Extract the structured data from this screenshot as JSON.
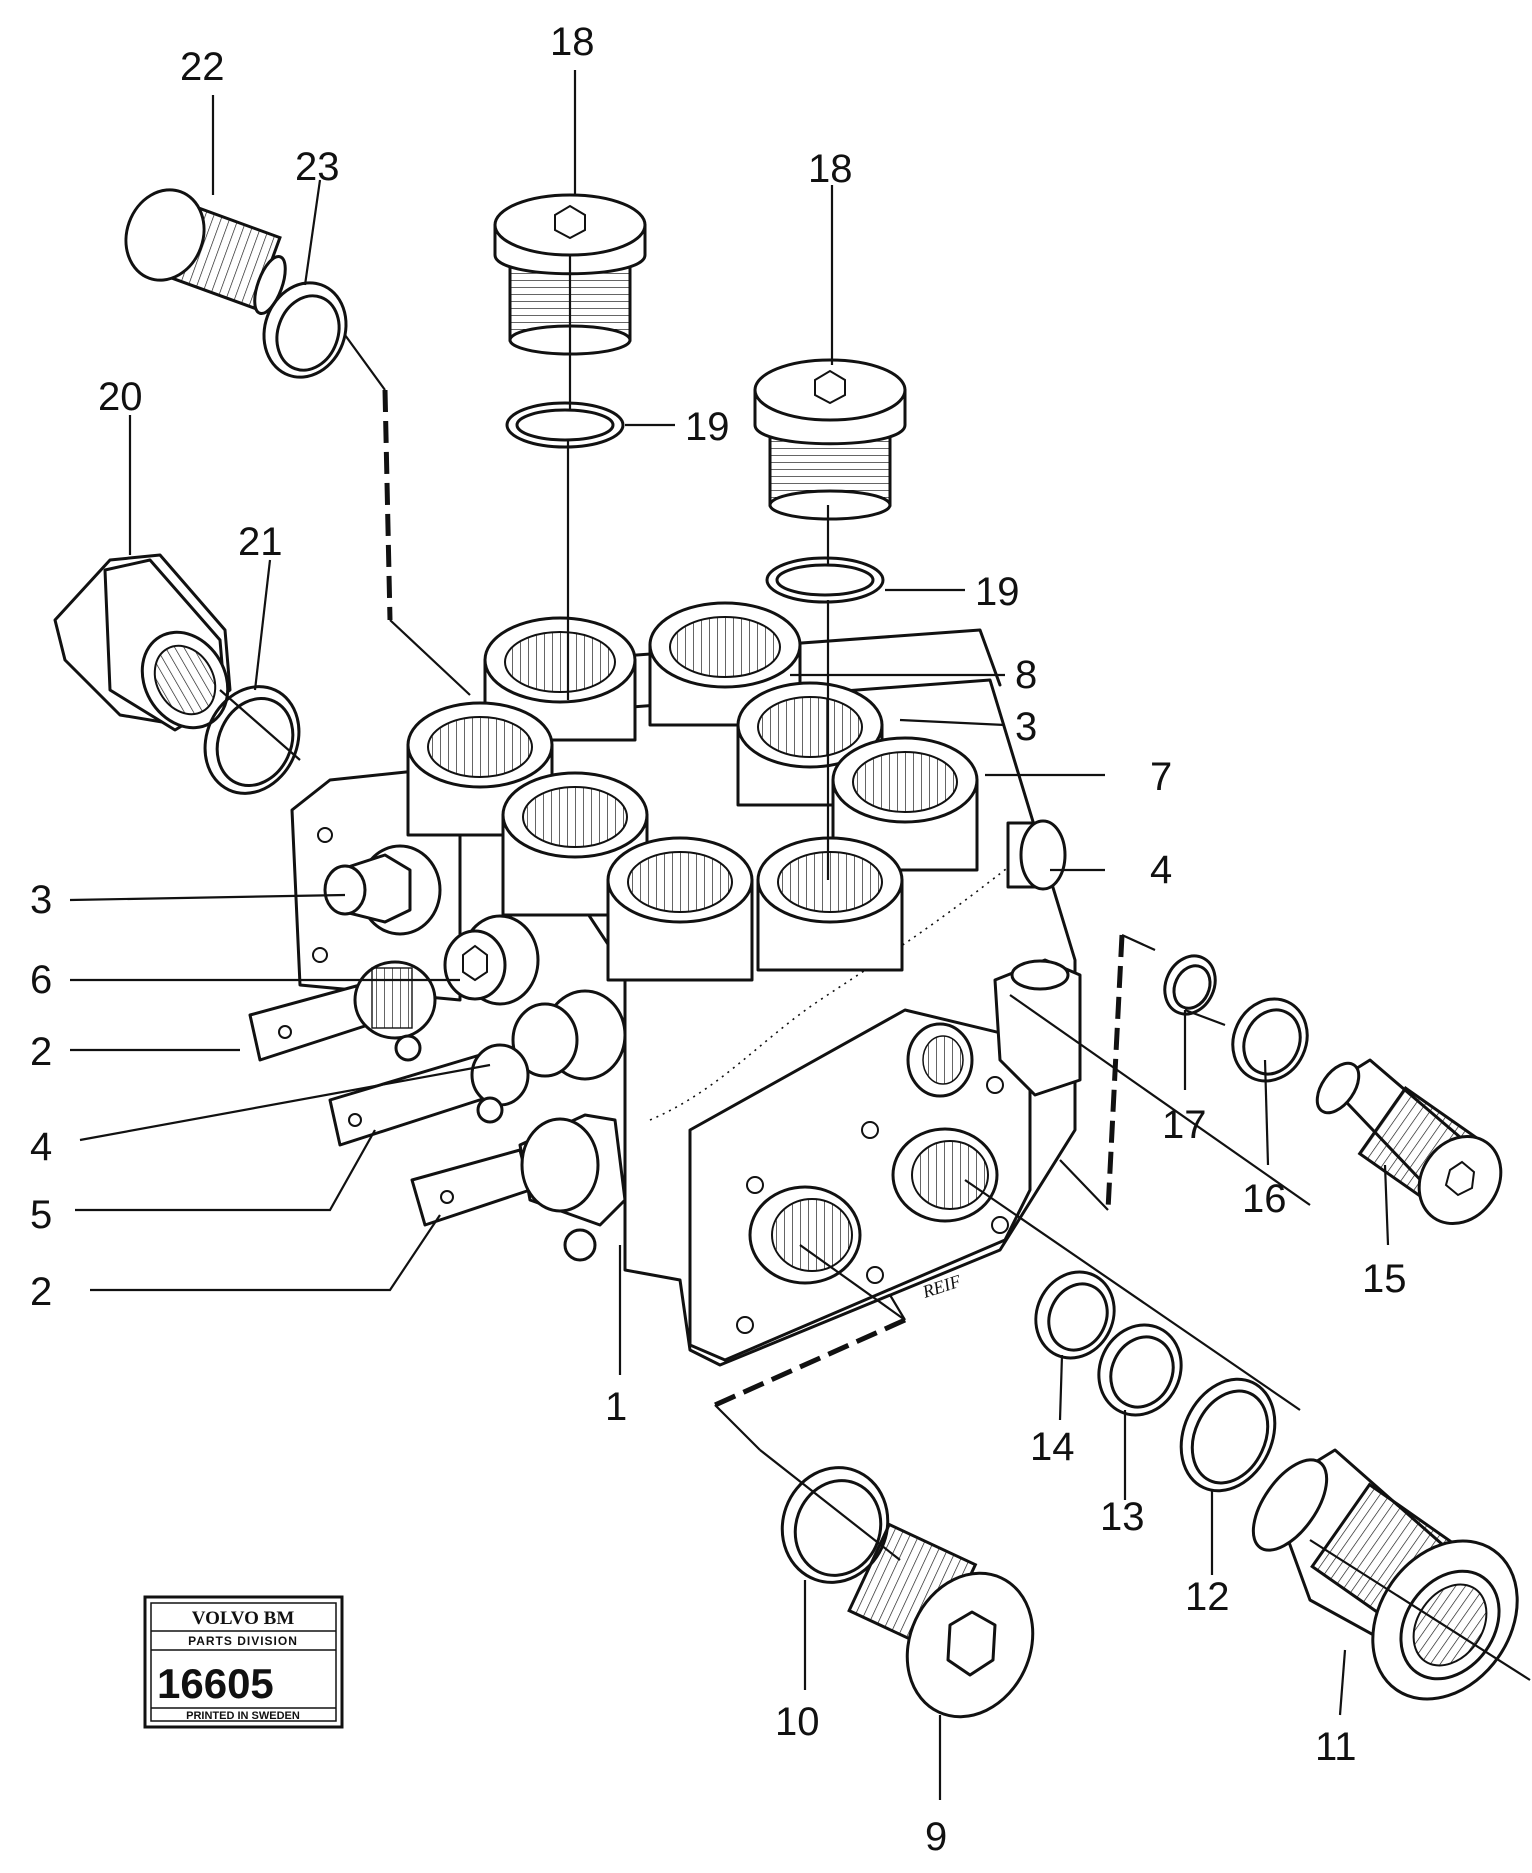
{
  "stamp": {
    "brand": "VOLVO BM",
    "division": "PARTS DIVISION",
    "number": "16605",
    "footer": "PRINTED IN SWEDEN"
  },
  "callouts": {
    "c1": "1",
    "c2a": "2",
    "c2b": "2",
    "c3a": "3",
    "c3b": "3",
    "c4a": "4",
    "c4b": "4",
    "c5": "5",
    "c6": "6",
    "c7": "7",
    "c8": "8",
    "c9": "9",
    "c10": "10",
    "c11": "11",
    "c12": "12",
    "c13": "13",
    "c14": "14",
    "c15": "15",
    "c16": "16",
    "c17": "17",
    "c18a": "18",
    "c18b": "18",
    "c19a": "19",
    "c19b": "19",
    "c20": "20",
    "c21": "21",
    "c22": "22",
    "c23": "23"
  },
  "scribble": "REIF"
}
